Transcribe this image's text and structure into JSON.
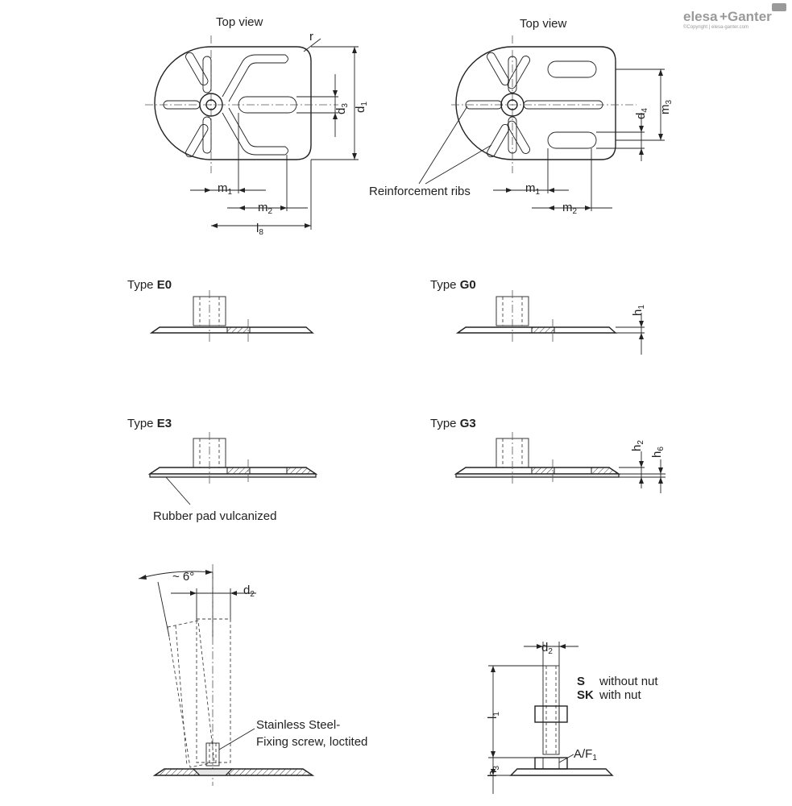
{
  "logo": {
    "brand_left": "elesa",
    "brand_plus": "+",
    "brand_right": "Ganter",
    "copyright": "©Copyright | elesa-ganter.com"
  },
  "top_views": {
    "left_title": "Top view",
    "right_title": "Top view",
    "reinforcement_label": "Reinforcement ribs"
  },
  "dims": {
    "r": "r",
    "d1": "d",
    "d1_sub": "1",
    "d2": "d",
    "d2_sub": "2",
    "d3": "d",
    "d3_sub": "3",
    "d4": "d",
    "d4_sub": "4",
    "m1": "m",
    "m1_sub": "1",
    "m2": "m",
    "m2_sub": "2",
    "m3": "m",
    "m3_sub": "3",
    "l8": "l",
    "l8_sub": "8",
    "l1": "l",
    "l1_sub": "1",
    "h1": "h",
    "h1_sub": "1",
    "h2": "h",
    "h2_sub": "2",
    "h3": "h",
    "h3_sub": "3",
    "h6": "h",
    "h6_sub": "6",
    "af": "A/F",
    "af_sub": "1",
    "angle": "~ 6°"
  },
  "types": {
    "e0_prefix": "Type ",
    "e0_code": "E0",
    "g0_prefix": "Type ",
    "g0_code": "G0",
    "e3_prefix": "Type ",
    "e3_code": "E3",
    "g3_prefix": "Type ",
    "g3_code": "G3",
    "rubber_label": "Rubber pad vulcanized"
  },
  "tilt_view": {
    "screw_line1": "Stainless Steel-",
    "screw_line2": "Fixing screw, loctited"
  },
  "legend": {
    "s_code": "S",
    "s_text": "without nut",
    "sk_code": "SK",
    "sk_text": "with nut"
  }
}
